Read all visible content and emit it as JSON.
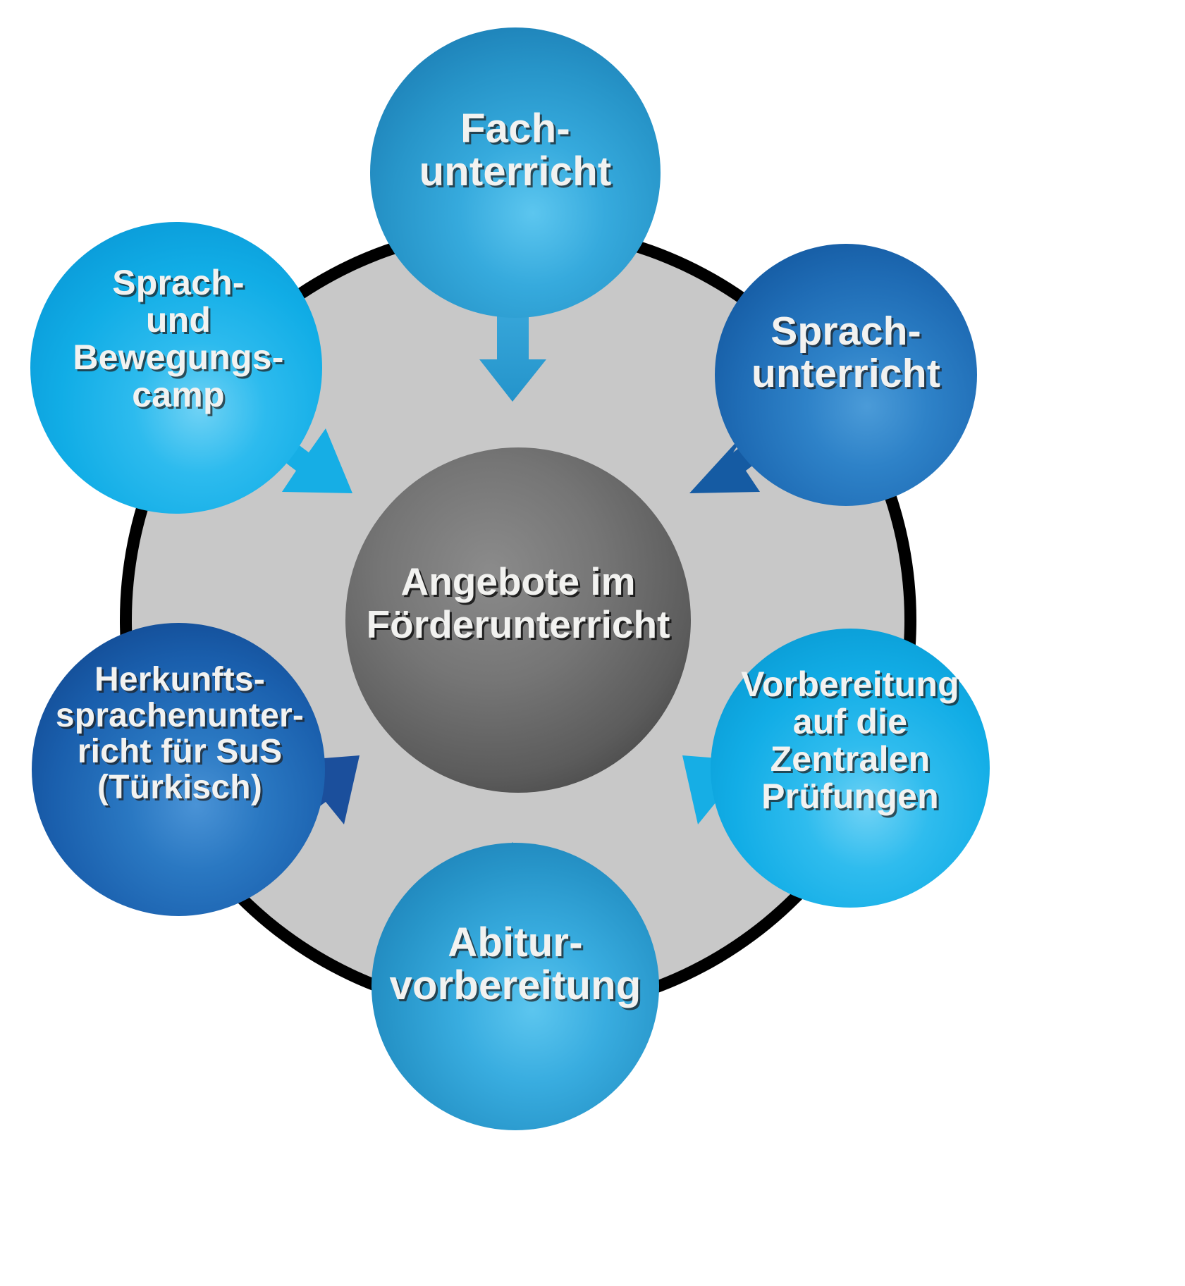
{
  "diagram": {
    "title_center": "Angebote im\nFörderunterricht",
    "colors": {
      "outer_ring": "#000000",
      "backdrop_disc": "#c8c8c8",
      "center_circle_dark": "#4d4d4d",
      "center_circle_light": "#7b7b7b",
      "label_text": "#f2f2f0",
      "light_cyan": "#29b4ea",
      "mid_cyan": "#2e9fd1",
      "medium_blue": "#1f6fb5",
      "deep_blue": "#17519c"
    },
    "nodes": [
      {
        "id": "fachunterricht",
        "label": "Fach-\nunterricht",
        "accent": "#2e9fd1",
        "arrow": "straight-down"
      },
      {
        "id": "sprachunterricht",
        "label": "Sprach-\nunterricht",
        "accent": "#1f6fb5",
        "arrow": "curved-to-center"
      },
      {
        "id": "vorbereitung-zentrale-pruefungen",
        "label": "Vorbereitung\nauf die\nZentralen\nPrüfungen",
        "accent": "#16aee5",
        "arrow": "curved-to-center"
      },
      {
        "id": "abiturvorbereitung",
        "label": "Abitur-\nvorbereitung",
        "accent": "#2e9fd1",
        "arrow": "straight-up"
      },
      {
        "id": "herkunftssprachenunterricht",
        "label": "Herkunfts-\nsprachenunter-\nricht für SuS\n(Türkisch)",
        "accent": "#17519c",
        "arrow": "curved-to-center"
      },
      {
        "id": "sprach-und-bewegungscamp",
        "label": "Sprach-\nund\nBewegungs-\ncamp",
        "accent": "#16aee5",
        "arrow": "curved-to-center"
      }
    ]
  }
}
